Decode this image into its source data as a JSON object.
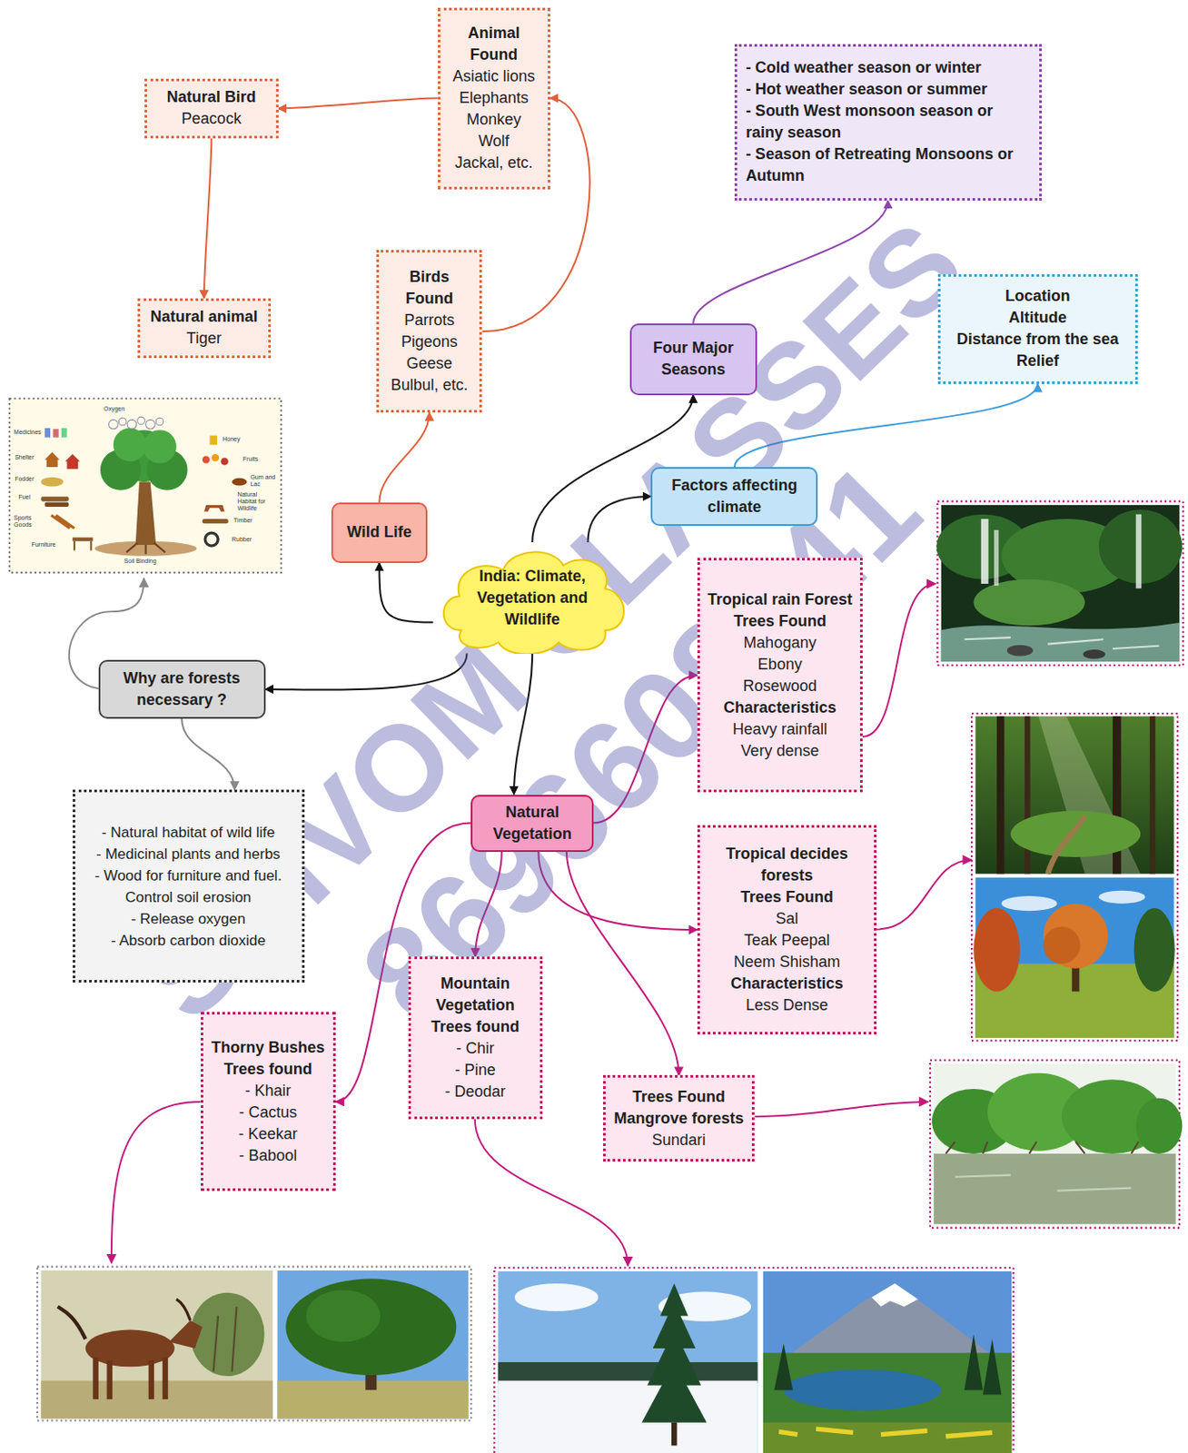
{
  "diagram": {
    "nodes": [
      {
        "text": [
          "Animal Found",
          "Asiatic lions",
          "Elephants",
          "Monkey",
          "Wolf",
          "Jackal, etc."
        ]
      },
      {
        "text": [
          "Natural Bird",
          "Peacock"
        ]
      },
      {
        "text": [
          "- Cold weather season or winter",
          "- Hot weather season or summer",
          "- South West monsoon season or rainy season",
          "- Season of Retreating Monsoons or Autumn"
        ]
      },
      {
        "text": [
          "Natural animal",
          "Tiger"
        ]
      },
      {
        "text": [
          "Birds Found",
          "Parrots",
          "Pigeons",
          "Geese",
          "Bulbul, etc."
        ]
      },
      {
        "text": [
          "Four Major Seasons"
        ]
      },
      {
        "text": [
          "Location",
          "Altitude",
          "Distance from the sea",
          "Relief"
        ]
      },
      {
        "text": [
          "Wild Life"
        ]
      },
      {
        "text": [
          "Factors affecting climate"
        ]
      },
      {
        "text": [
          "India: Climate, Vegetation and Wildlife"
        ]
      },
      {
        "text": [
          "Tropical rain Forest",
          "Trees Found",
          "Mahogany",
          "Ebony",
          "Rosewood",
          "Characteristics",
          "Heavy rainfall",
          "Very dense"
        ]
      },
      {
        "text": [
          "Why are forests necessary ?"
        ]
      },
      {
        "text": [
          "Natural Vegetation"
        ]
      },
      {
        "text": [
          "- Natural habitat of wild life",
          "- Medicinal plants and herbs",
          "- Wood for furniture and fuel. Control soil erosion",
          "- Release oxygen",
          "- Absorb carbon dioxide"
        ]
      },
      {
        "text": [
          "Tropical decides forests",
          "Trees Found",
          "Sal",
          "Teak Peepal",
          "Neem Shisham",
          "Characteristics",
          "Less Dense"
        ]
      },
      {
        "text": [
          "Mountain Vegetation",
          "Trees found",
          "- Chir",
          "- Pine",
          "- Deodar"
        ]
      },
      {
        "text": [
          "Thorny Bushes",
          "Trees found",
          "- Khair",
          "- Cactus",
          "- Keekar",
          "- Babool"
        ]
      },
      {
        "text": [
          "Trees Found",
          "Mangrove forests",
          "Sundari"
        ]
      }
    ],
    "edges": [
      {
        "from": 0,
        "to": 1,
        "arrow": "to"
      },
      {
        "from": 1,
        "to": 3,
        "arrow": "to"
      },
      {
        "from": 4,
        "to": 0,
        "arrow": "to"
      },
      {
        "from": 7,
        "to": 4,
        "arrow": "to"
      },
      {
        "from": 9,
        "to": 7,
        "arrow": "to"
      },
      {
        "from": 9,
        "to": 5,
        "arrow": "to"
      },
      {
        "from": 9,
        "to": 8,
        "arrow": "to"
      },
      {
        "from": 5,
        "to": 2,
        "arrow": "to"
      },
      {
        "from": 8,
        "to": 6,
        "arrow": "to"
      },
      {
        "from": 9,
        "to": 11,
        "arrow": "to"
      },
      {
        "from": 9,
        "to": 12,
        "arrow": "to"
      },
      {
        "from": 11,
        "to": 13,
        "arrow": "to"
      },
      {
        "from": 12,
        "to": 10,
        "arrow": "to"
      },
      {
        "from": 12,
        "to": 14,
        "arrow": "to"
      },
      {
        "from": 12,
        "to": 15,
        "arrow": "to"
      },
      {
        "from": 12,
        "to": 17,
        "arrow": "to"
      },
      {
        "from": 12,
        "to": 16,
        "arrow": "to"
      }
    ],
    "labels": [
      "SHIVOM CLASSES",
      "8696608541",
      "Oxygen",
      "Medicines",
      "Honey",
      "Shelter",
      "Fruits",
      "Fodder",
      "Gum and Lac",
      "Fuel",
      "Natural Habitat for Wildlife",
      "Timber",
      "Sports Goods",
      "Rubber",
      "Furniture",
      "Soil Binding"
    ]
  }
}
